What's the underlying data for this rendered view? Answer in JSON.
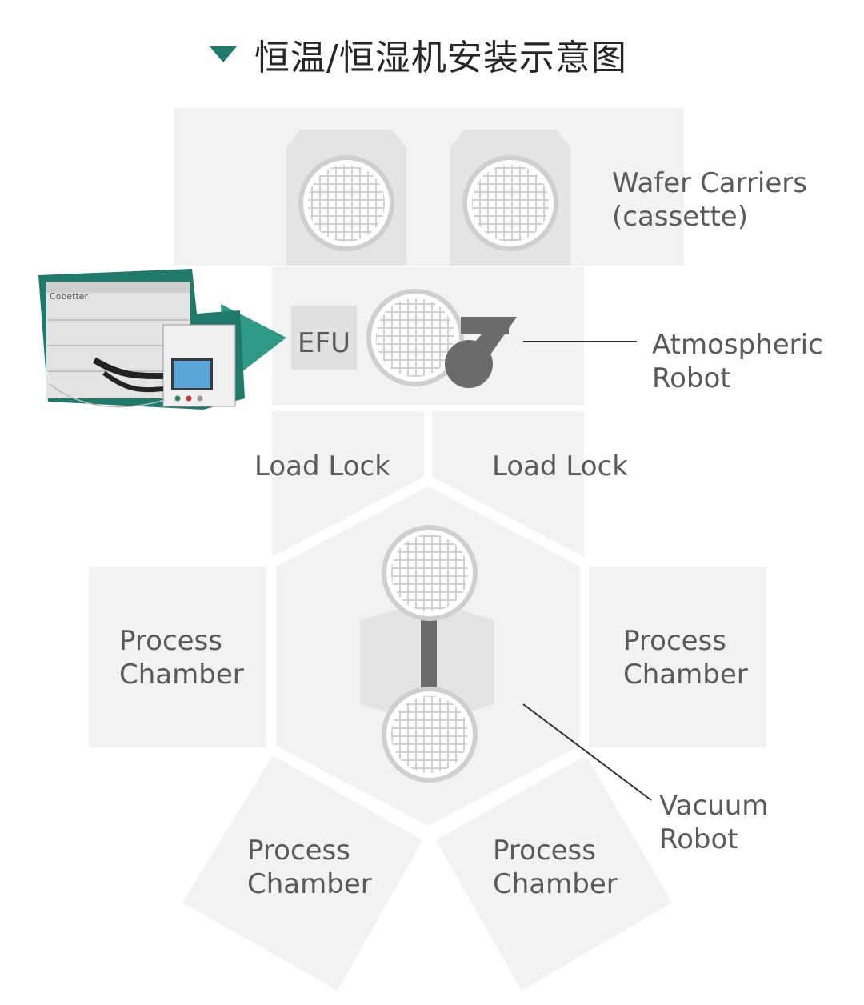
{
  "title": "恒温/恒湿机安装示意图",
  "colors": {
    "accent": "#1f7a6b",
    "panel": "#f2f2f2",
    "panel_dark": "#e6e6e6",
    "label": "#5a5a5a",
    "robot": "#6b6b6b"
  },
  "labels": {
    "wafer_carriers_1": "Wafer Carriers",
    "wafer_carriers_2": "(cassette)",
    "efu": "EFU",
    "atm_robot_1": "Atmospheric",
    "atm_robot_2": "Robot",
    "load_lock_left": "Load Lock",
    "load_lock_right": "Load Lock",
    "pc_left_1": "Process",
    "pc_left_2": "Chamber",
    "pc_right_1": "Process",
    "pc_right_2": "Chamber",
    "pc_bottom_left_1": "Process",
    "pc_bottom_left_2": "Chamber",
    "pc_bottom_right_1": "Process",
    "pc_bottom_right_2": "Chamber",
    "vac_robot_1": "Vacuum",
    "vac_robot_2": "Robot"
  },
  "machine": {
    "brand": "Cobetter",
    "icon": "environmental-control-unit-photo"
  }
}
